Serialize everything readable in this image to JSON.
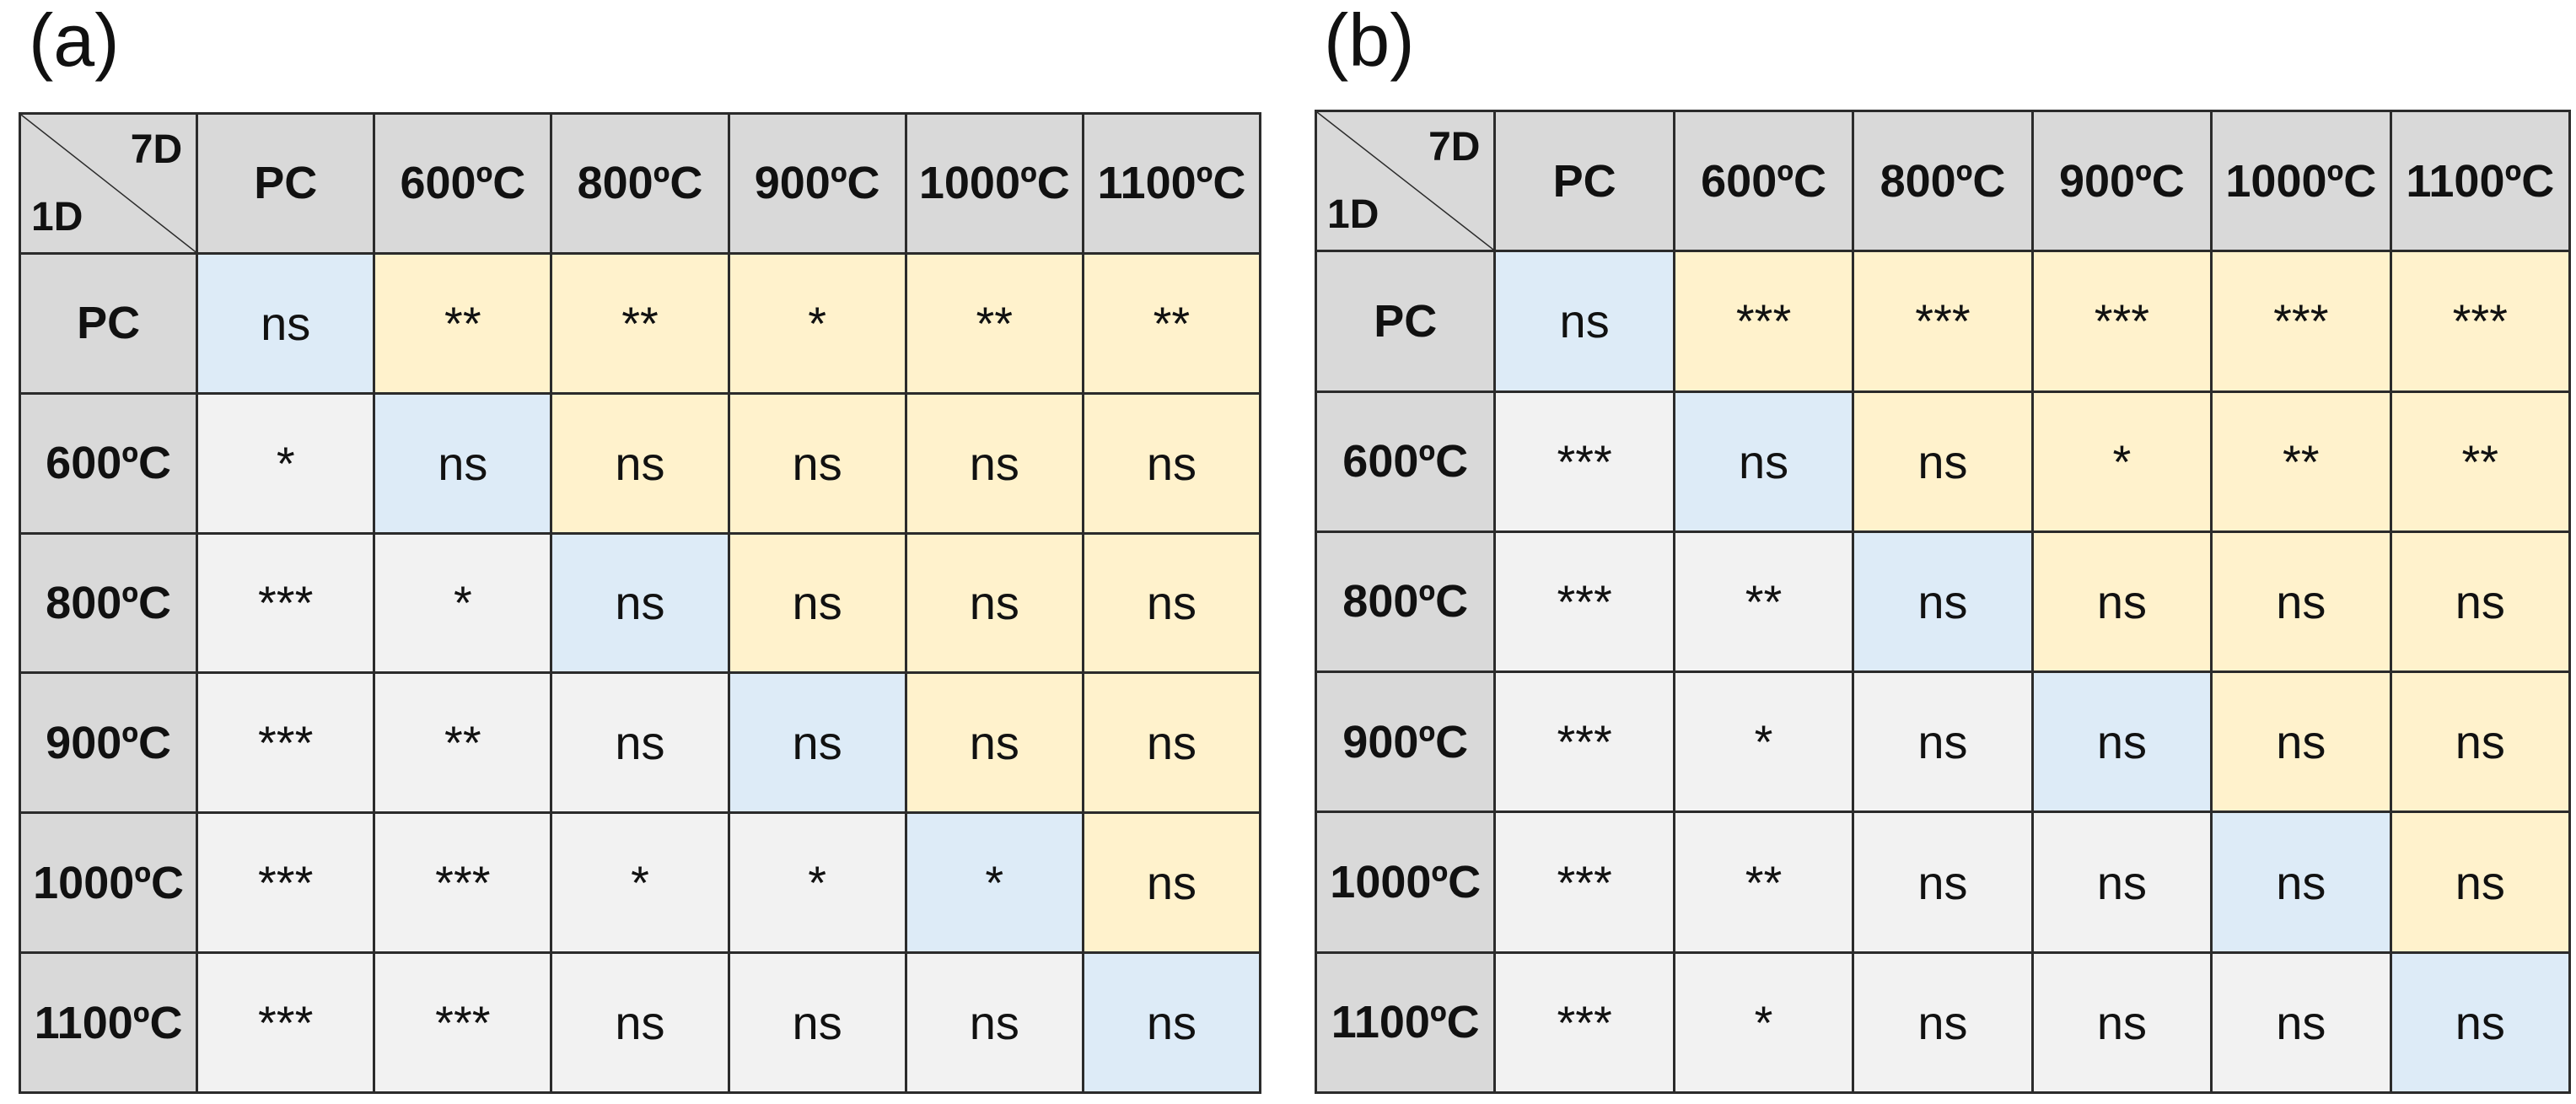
{
  "panels": [
    {
      "label": "(a)",
      "corner": {
        "top": "7D",
        "bottom": "1D"
      },
      "columns": [
        "PC",
        "600ºC",
        "800ºC",
        "900ºC",
        "1000ºC",
        "1100ºC"
      ],
      "rows": [
        {
          "label": "PC",
          "cells": [
            "ns",
            "**",
            "**",
            "*",
            "**",
            "**"
          ]
        },
        {
          "label": "600ºC",
          "cells": [
            "*",
            "ns",
            "ns",
            "ns",
            "ns",
            "ns"
          ]
        },
        {
          "label": "800ºC",
          "cells": [
            "***",
            "*",
            "ns",
            "ns",
            "ns",
            "ns"
          ]
        },
        {
          "label": "900ºC",
          "cells": [
            "***",
            "**",
            "ns",
            "ns",
            "ns",
            "ns"
          ]
        },
        {
          "label": "1000ºC",
          "cells": [
            "***",
            "***",
            "*",
            "*",
            "*",
            "ns"
          ]
        },
        {
          "label": "1100ºC",
          "cells": [
            "***",
            "***",
            "ns",
            "ns",
            "ns",
            "ns"
          ]
        }
      ]
    },
    {
      "label": "(b)",
      "corner": {
        "top": "7D",
        "bottom": "1D"
      },
      "columns": [
        "PC",
        "600ºC",
        "800ºC",
        "900ºC",
        "1000ºC",
        "1100ºC"
      ],
      "rows": [
        {
          "label": "PC",
          "cells": [
            "ns",
            "***",
            "***",
            "***",
            "***",
            "***"
          ]
        },
        {
          "label": "600ºC",
          "cells": [
            "***",
            "ns",
            "ns",
            "*",
            "**",
            "**"
          ]
        },
        {
          "label": "800ºC",
          "cells": [
            "***",
            "**",
            "ns",
            "ns",
            "ns",
            "ns"
          ]
        },
        {
          "label": "900ºC",
          "cells": [
            "***",
            "*",
            "ns",
            "ns",
            "ns",
            "ns"
          ]
        },
        {
          "label": "1000ºC",
          "cells": [
            "***",
            "**",
            "ns",
            "ns",
            "ns",
            "ns"
          ]
        },
        {
          "label": "1100ºC",
          "cells": [
            "***",
            "*",
            "ns",
            "ns",
            "ns",
            "ns"
          ]
        }
      ]
    }
  ],
  "colors": {
    "header": "#d9d9d9",
    "lower": "#f2f2f2",
    "diagonal": "#ddebf7",
    "upper": "#fff2cc",
    "border": "#2b2b2b"
  }
}
